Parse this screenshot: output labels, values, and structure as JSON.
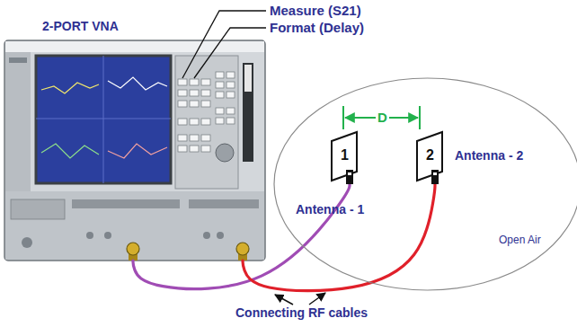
{
  "diagram": {
    "nodes": [
      {
        "text": [
          "2-PORT VNA"
        ]
      },
      {
        "text": [
          "Open Air"
        ]
      },
      {
        "text": [
          "1",
          "Antenna - 1"
        ],
        "in": 1
      },
      {
        "text": [
          "2",
          "Antenna - 2"
        ],
        "in": 1
      }
    ],
    "edges": [
      {
        "from": 0,
        "to": 2,
        "arrow": "none"
      },
      {
        "from": 0,
        "to": 3,
        "arrow": "none"
      }
    ],
    "labels": [
      "Measure (S21)",
      "Format (Delay)",
      "D",
      "Connecting RF cables"
    ]
  }
}
